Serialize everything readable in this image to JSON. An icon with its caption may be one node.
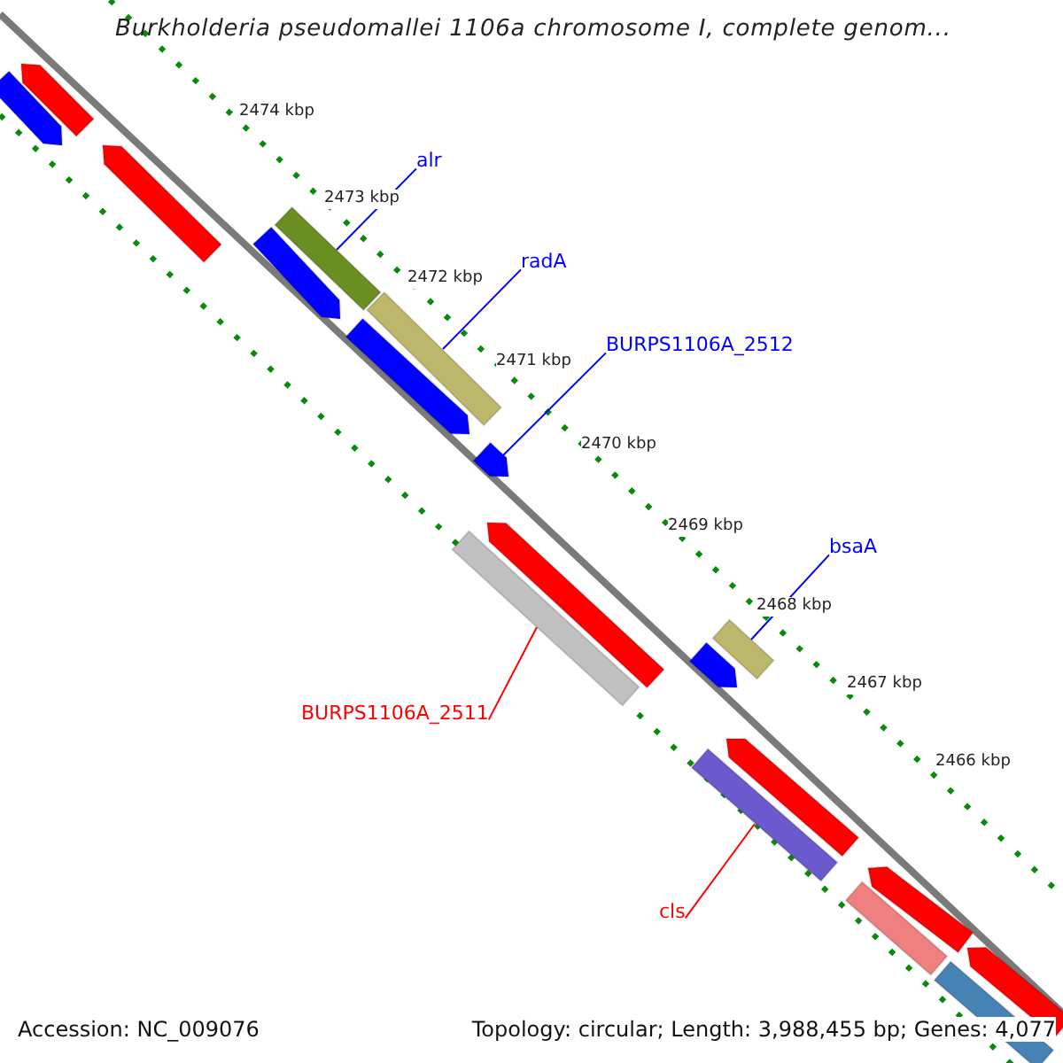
{
  "diagram": {
    "title": "Burkholderia pseudomallei 1106a chromosome I, complete genom...",
    "nodes": [
      {
        "text": [
          "alr"
        ]
      },
      {
        "text": [],
        "shape": "bar"
      },
      {
        "text": [
          "radA"
        ]
      },
      {
        "text": [],
        "shape": "bar"
      },
      {
        "text": [
          "BURPS1106A_2512"
        ]
      },
      {
        "text": [],
        "shape": "bar"
      },
      {
        "text": [
          "bsaA"
        ]
      },
      {
        "text": [],
        "shape": "bar"
      },
      {
        "text": [
          "BURPS1106A_2511"
        ]
      },
      {
        "text": [],
        "shape": "bar"
      },
      {
        "text": [
          "cls"
        ]
      },
      {
        "text": [],
        "shape": "bar"
      },
      {
        "text": [],
        "shape": "bar"
      },
      {
        "text": [],
        "shape": "bar"
      },
      {
        "text": [],
        "shape": "bar"
      },
      {
        "text": [],
        "shape": "bar"
      },
      {
        "text": [],
        "shape": "bar"
      },
      {
        "text": [],
        "shape": "bar"
      },
      {
        "text": [],
        "shape": "bar"
      },
      {
        "text": [],
        "shape": "bar"
      },
      {
        "text": [],
        "shape": "bar"
      },
      {
        "text": [],
        "shape": "bar"
      },
      {
        "text": [],
        "shape": "bar"
      },
      {
        "text": [],
        "shape": "bar"
      }
    ],
    "edges": [
      {
        "from": 0,
        "to": 1,
        "arrow": "none"
      },
      {
        "from": 2,
        "to": 3,
        "arrow": "none"
      },
      {
        "from": 4,
        "to": 5,
        "arrow": "none"
      },
      {
        "from": 6,
        "to": 7,
        "arrow": "none"
      },
      {
        "from": 8,
        "to": 9,
        "arrow": "none",
        "color": "#ff0000"
      },
      {
        "from": 10,
        "to": 11,
        "arrow": "none",
        "color": "#ff0000"
      }
    ],
    "labels": [
      "2474 kbp",
      "2473 kbp",
      "2472 kbp",
      "2471 kbp",
      "2470 kbp",
      "2469 kbp",
      "2468 kbp",
      "2467 kbp",
      "2466 kbp",
      "Accession: NC_009076",
      "Topology: circular; Length: 3,988,455 bp; Genes: 4,077"
    ]
  }
}
